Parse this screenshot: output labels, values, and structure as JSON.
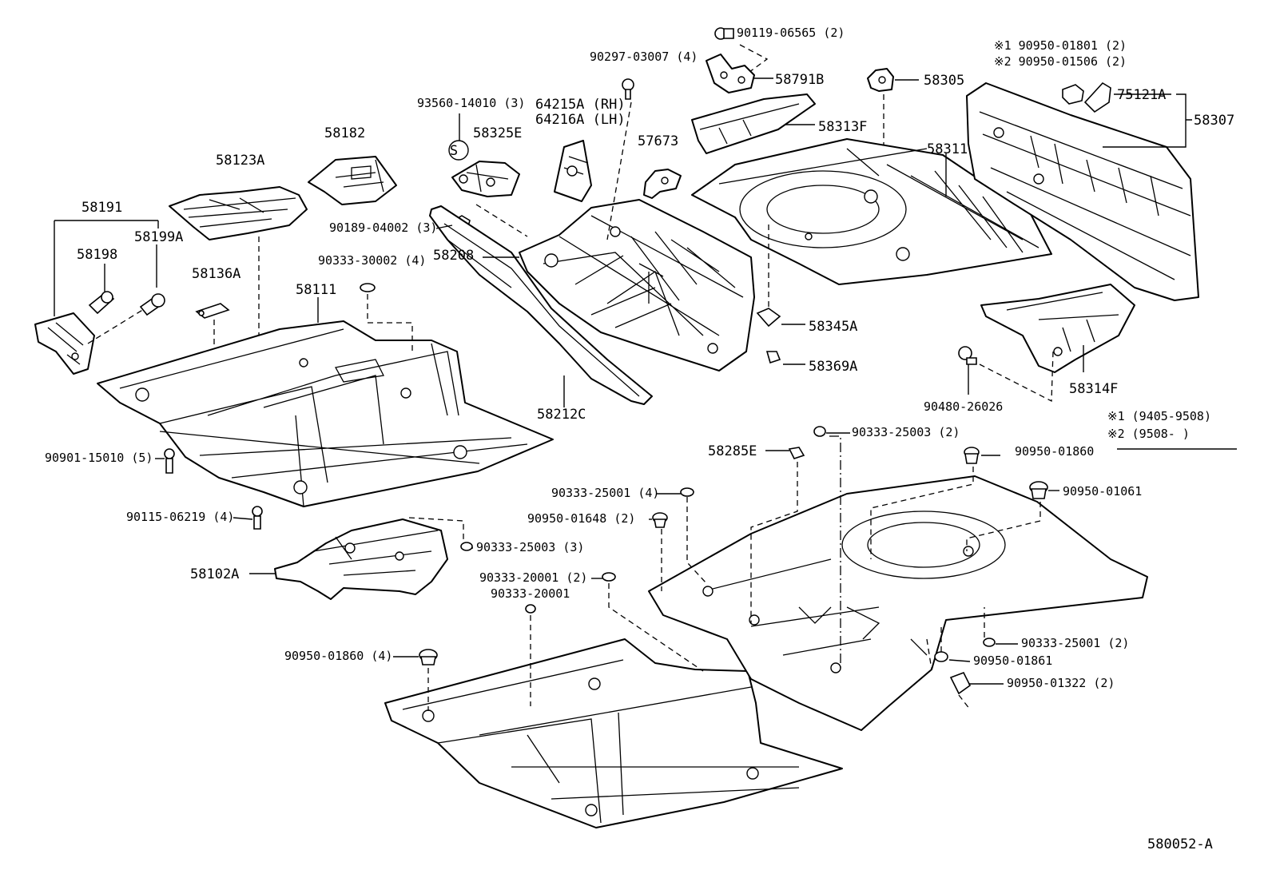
{
  "diagram_id": "580052-A",
  "notes": {
    "n1": "※1 (9405-9508)",
    "n2": "※2 (9508-      )"
  },
  "labels": {
    "p90119": "90119-06565 (2)",
    "p58791B": "58791B",
    "p90297": "90297-03007 (4)",
    "p93560": "93560-14010 (3)",
    "p64215A": "64215A (RH)",
    "p64216A": "64216A (LH)",
    "p58305": "58305",
    "p58313F": "58313F",
    "p57673": "57673",
    "p58325E": "58325E",
    "p58182": "58182",
    "p58123A": "58123A",
    "p58191": "58191",
    "p58198": "58198",
    "p58199A": "58199A",
    "p58136A": "58136A",
    "p58111": "58111",
    "p90189": "90189-04002 (3)",
    "p90333_30002": "90333-30002 (4)",
    "p58208": "58208",
    "p58212C": "58212C",
    "p58311": "58311",
    "p58345A": "58345A",
    "p58369A": "58369A",
    "p90950_01801": "※1 90950-01801 (2)",
    "p90950_01506": "※2 90950-01506 (2)",
    "p75121A": "75121A",
    "p58307": "58307",
    "p58314F": "58314F",
    "p90480": "90480-26026",
    "p90901": "90901-15010 (5)",
    "p90115": "90115-06219 (4)",
    "p58102A": "58102A",
    "p90333_25003_3": "90333-25003 (3)",
    "p90333_20001_2": "90333-20001 (2)",
    "p90333_20001": "90333-20001",
    "p90950_01860_4": "90950-01860 (4)",
    "p90333_25001_4": "90333-25001 (4)",
    "p90950_01648": "90950-01648 (2)",
    "p58285E": "58285E",
    "p90333_25003_2": "90333-25003 (2)",
    "p90950_01860": "90950-01860",
    "p90950_01061": "90950-01061",
    "p90333_25001_2": "90333-25001 (2)",
    "p90950_01861": "90950-01861",
    "p90950_01322": "90950-01322 (2)"
  }
}
